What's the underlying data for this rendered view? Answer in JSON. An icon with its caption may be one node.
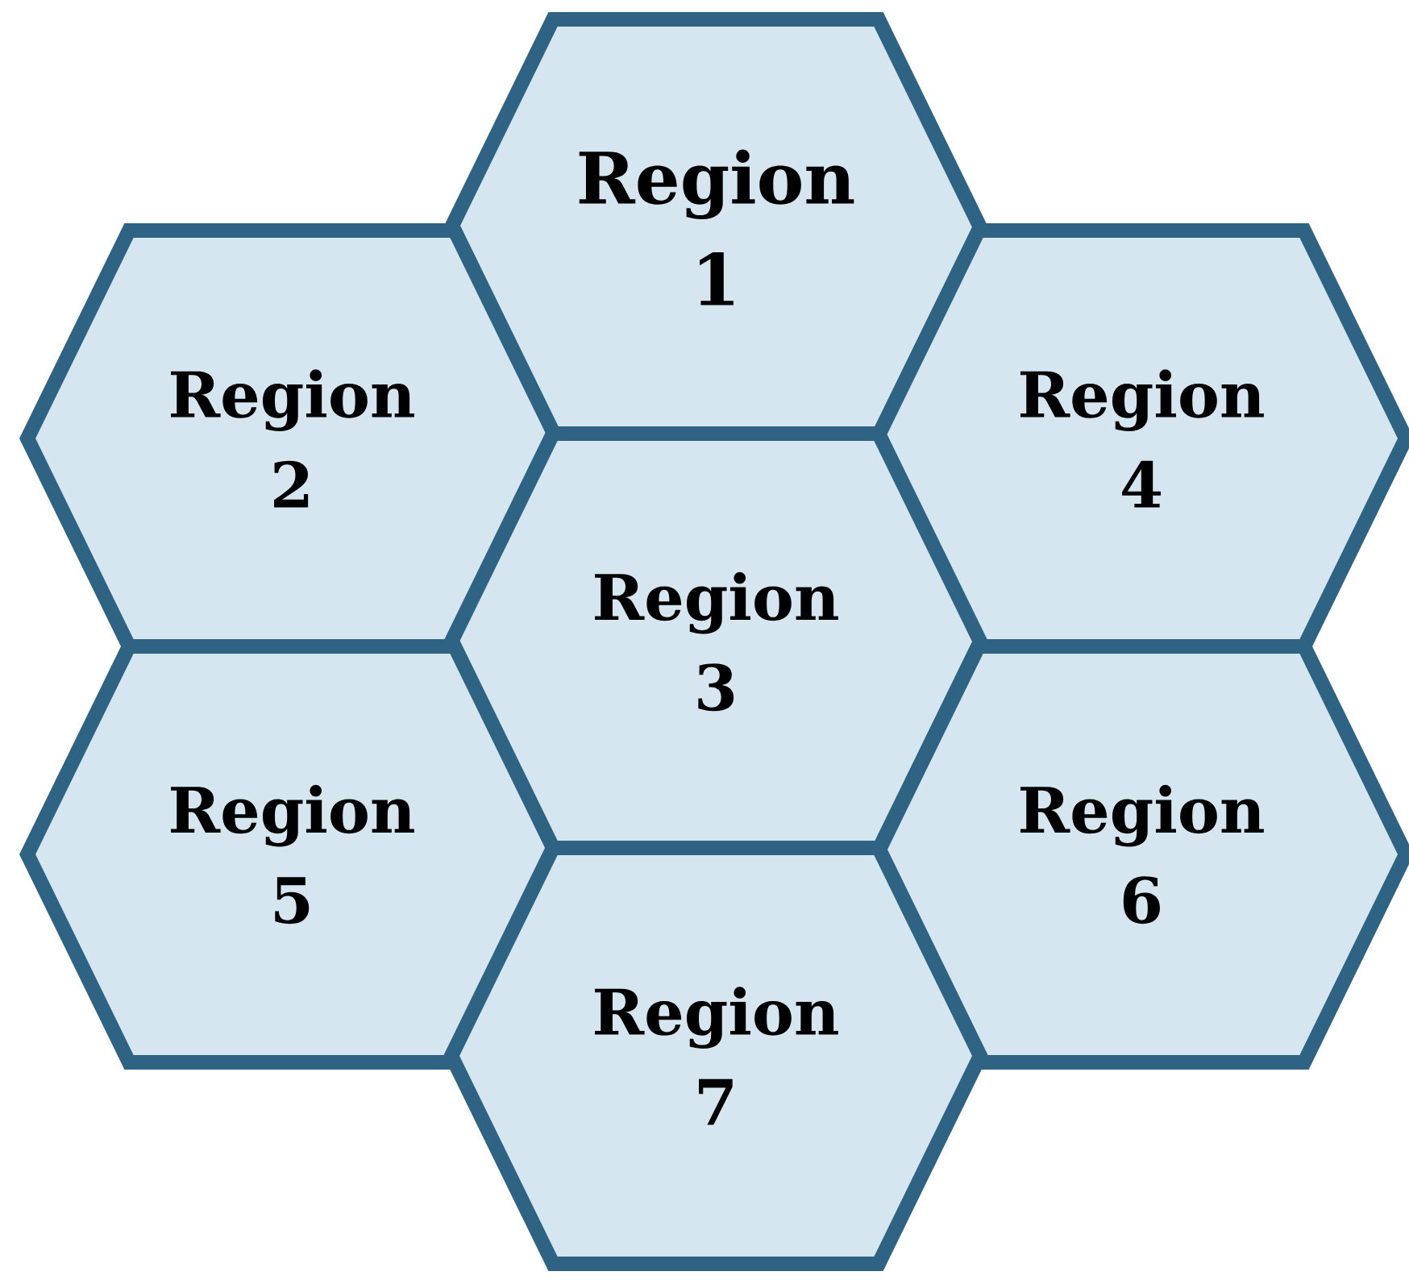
{
  "diagram": {
    "nodes": [
      {
        "text": [
          "Region 1"
        ]
      },
      {
        "text": [
          "Region 2"
        ]
      },
      {
        "text": [
          "Region 4"
        ]
      },
      {
        "text": [
          "Region 3"
        ]
      },
      {
        "text": [
          "Region 5"
        ]
      },
      {
        "text": [
          "Region 6"
        ]
      },
      {
        "text": [
          "Region 7"
        ]
      }
    ]
  }
}
